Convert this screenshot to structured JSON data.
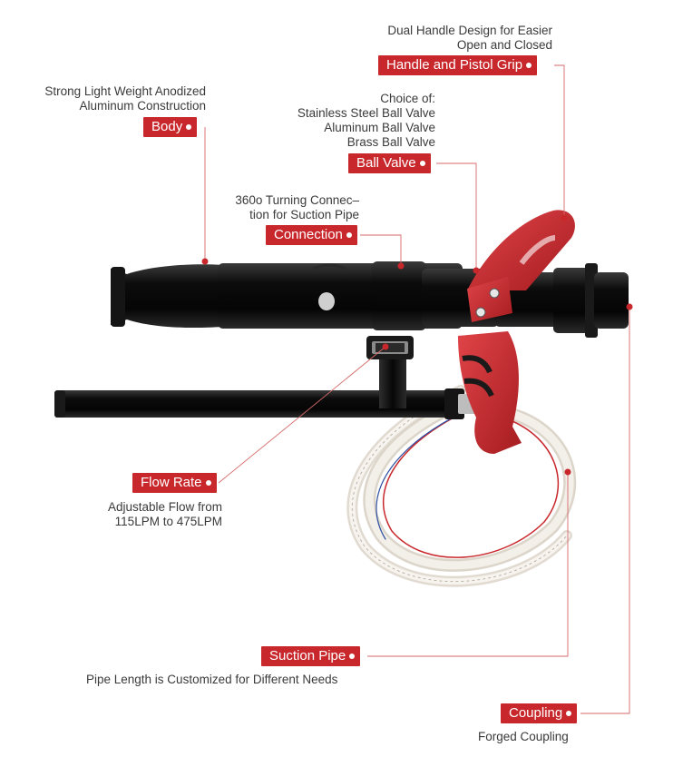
{
  "callouts": {
    "handle": {
      "label": "Handle and Pistol Grip",
      "desc": [
        "Dual Handle Design for Easier",
        "Open and Closed"
      ]
    },
    "body": {
      "label": "Body",
      "desc": [
        "Strong Light Weight Anodized",
        "Aluminum Construction"
      ]
    },
    "ball_valve": {
      "label": "Ball Valve",
      "desc": [
        "Choice of:",
        "Stainless Steel Ball Valve",
        "Aluminum Ball Valve",
        "Brass Ball Valve"
      ]
    },
    "connection": {
      "label": "Connection",
      "desc": [
        "360o Turning Connec–",
        "tion for Suction Pipe"
      ]
    },
    "flow_rate": {
      "label": "Flow Rate",
      "desc": [
        "Adjustable Flow from",
        "115LPM to 475LPM"
      ]
    },
    "suction_pipe": {
      "label": "Suction Pipe",
      "desc": [
        "Pipe Length is Customized for Different Needs"
      ]
    },
    "coupling": {
      "label": "Coupling",
      "desc": [
        "Forged Coupling"
      ]
    }
  },
  "colors": {
    "accent": "#c8282c",
    "body": "#111111",
    "hose": "#d9d2c8"
  }
}
